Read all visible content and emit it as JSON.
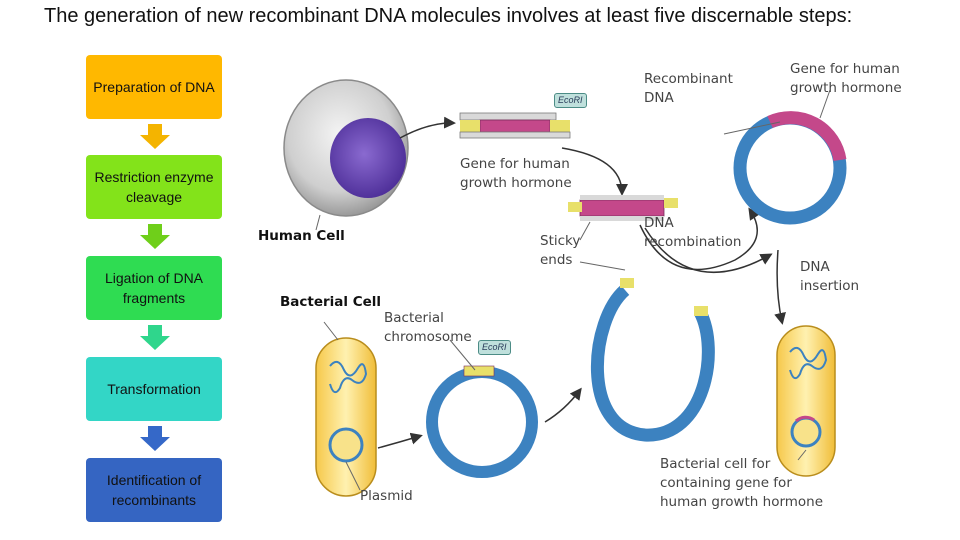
{
  "slide": {
    "title": "The generation of new recombinant DNA molecules involves at least five discernable steps:"
  },
  "steps": [
    {
      "label": "Preparation of DNA",
      "color": "#ffb800"
    },
    {
      "label": "Restriction enzyme cleavage",
      "color": "#83e31a"
    },
    {
      "label": "Ligation of DNA fragments",
      "color": "#2fdc52"
    },
    {
      "label": "Transformation",
      "color": "#33d6c6"
    },
    {
      "label": "Identification of recombinants",
      "color": "#3565c2"
    }
  ],
  "diagram": {
    "human_cell": "Human Cell",
    "bacterial_cell": "Bacterial Cell",
    "ecori_top": "EcoRI",
    "ecori_plasmid": "EcoRI",
    "gene_label": "Gene for human\ngrowth hormone",
    "sticky_ends": "Sticky\nends",
    "dna_recombination": "DNA\nrecombination",
    "recombinant_dna": "Recombinant\nDNA",
    "gene_for_hgh": "Gene for human\ngrowth hormone",
    "dna_insertion": "DNA\ninsertion",
    "bacterial_chromosome": "Bacterial\nchromosome",
    "plasmid": "Plasmid",
    "bacterial_result": "Bacterial cell for\ncontaining gene for\nhuman growth hormone"
  }
}
